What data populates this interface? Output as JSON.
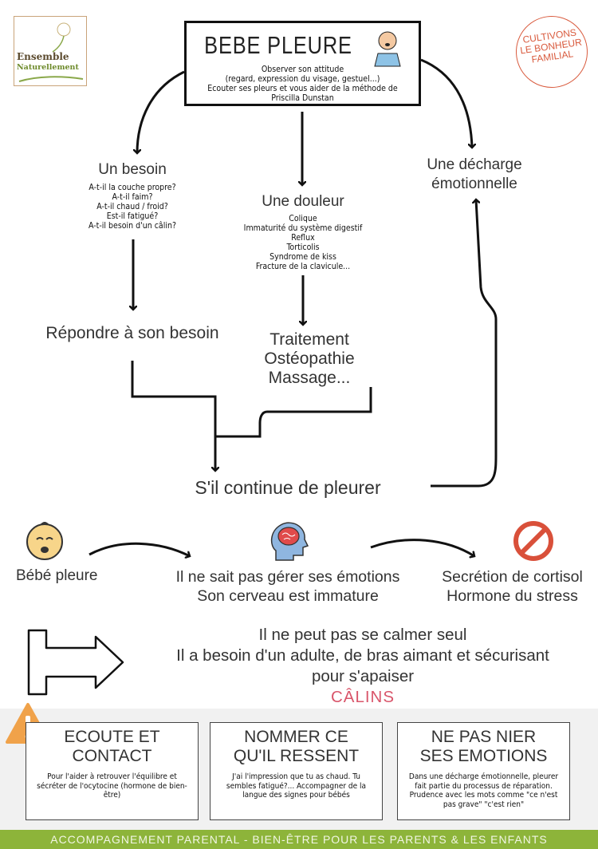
{
  "logo": {
    "line1": "Ensemble",
    "line2": "Naturellement"
  },
  "stamp": {
    "line1": "CULTIVONS",
    "line2": "LE BONHEUR",
    "line3": "FAMILIAL"
  },
  "header": {
    "title": "BEBE PLEURE",
    "line1": "Observer son attitude",
    "line2": "(regard, expression du visage, gestuel...)",
    "line3": "Ecouter ses pleurs et vous aider de la méthode de",
    "line4": "Priscilla Dunstan"
  },
  "besoin": {
    "title": "Un besoin",
    "items": [
      "A-t-il la couche propre?",
      "A-t-il faim?",
      "A-t-il chaud / froid?",
      "Est-il fatigué?",
      "A-t-il besoin d'un câlin?"
    ]
  },
  "douleur": {
    "title": "Une douleur",
    "items": [
      "Colique",
      "Immaturité du système digestif",
      "Reflux",
      "Torticolis",
      "Syndrome de kiss",
      "Fracture de la clavicule..."
    ]
  },
  "decharge": {
    "line1": "Une décharge",
    "line2": "émotionnelle"
  },
  "repondre": "Répondre à son besoin",
  "traitement": {
    "line1": "Traitement",
    "line2": "Ostéopathie",
    "line3": "Massage..."
  },
  "continue": "S'il continue de pleurer",
  "flow": {
    "bebe": "Bébé pleure",
    "emotions1": "Il ne sait pas gérer ses émotions",
    "emotions2": "Son cerveau est immature",
    "cortisol1": "Secrétion de cortisol",
    "cortisol2": "Hormone du stress"
  },
  "calm": {
    "line1": "Il ne peut pas se calmer seul",
    "line2": "Il a besoin d'un adulte, de bras aimant et sécurisant",
    "line3": "pour s'apaiser",
    "line4": "CÂLINS",
    "accent": "#d9566b"
  },
  "boxes": [
    {
      "title1": "ECOUTE ET",
      "title2": "CONTACT",
      "text": "Pour l'aider à retrouver l'équilibre et sécréter de l'ocytocine (hormone de bien-être)"
    },
    {
      "title1": "NOMMER CE",
      "title2": "QU'IL RESSENT",
      "text": "J'ai l'impression que tu as chaud. Tu sembles fatigué?... Accompagner de la langue des signes pour bébés"
    },
    {
      "title1": "NE PAS NIER",
      "title2": "SES EMOTIONS",
      "text": "Dans une décharge émotionnelle, pleurer fait partie du processus de réparation. Prudence avec les mots comme \"ce n'est pas grave\" \"c'est rien\""
    }
  ],
  "footer": "ACCOMPAGNEMENT PARENTAL - BIEN-ÊTRE POUR LES PARENTS & LES ENFANTS",
  "colors": {
    "footer_band": "#8db43a",
    "stamp": "#d95b3e",
    "warning": "#f0a24a"
  }
}
